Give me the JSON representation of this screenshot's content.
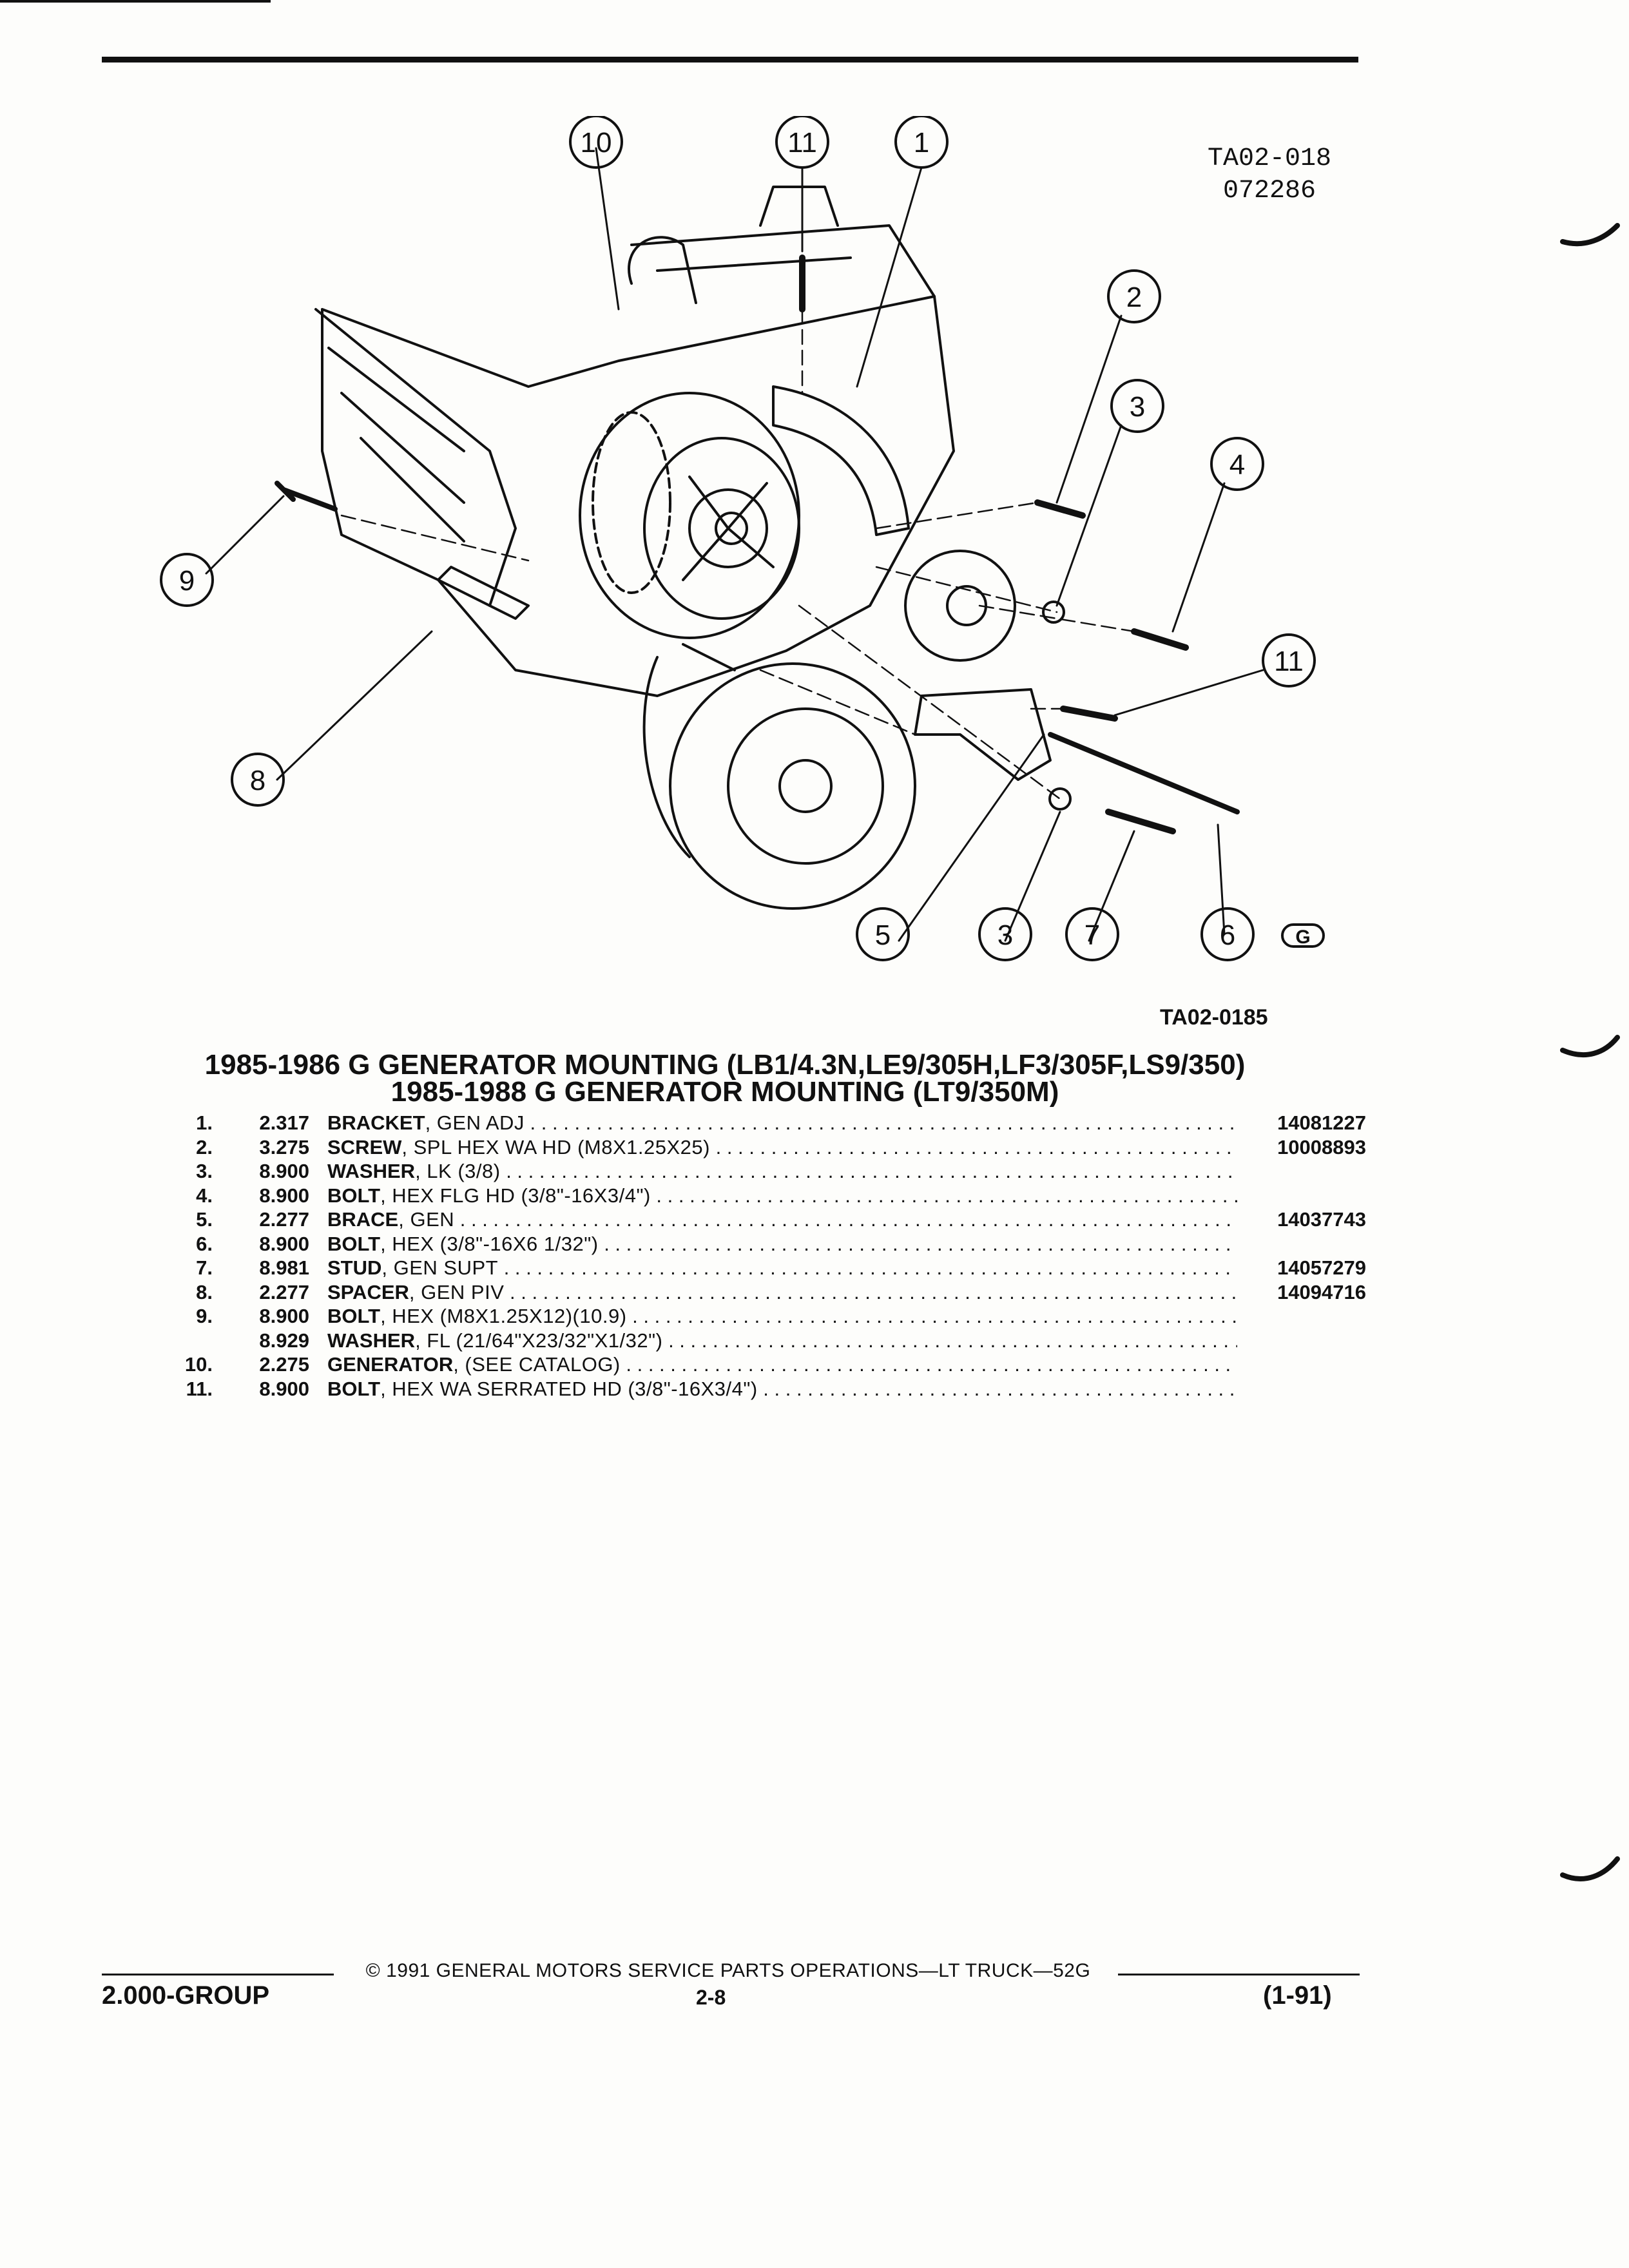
{
  "header": {
    "code_line1": "TA02-018",
    "code_line2": "072286"
  },
  "figure": {
    "code": "TA02-0185",
    "callouts": [
      "10",
      "11",
      "1",
      "2",
      "3",
      "4",
      "9",
      "11",
      "8",
      "5",
      "3",
      "7",
      "6"
    ],
    "logo_letter": "G"
  },
  "titles": {
    "line1": "1985-1986 G GENERATOR MOUNTING (LB1/4.3N,LE9/305H,LF3/305F,LS9/350)",
    "line2": "1985-1988 G GENERATOR MOUNTING (LT9/350M)"
  },
  "parts": [
    {
      "num": "1.",
      "group": "2.317",
      "name": "BRACKET",
      "spec": ", GEN ADJ",
      "pn": "14081227"
    },
    {
      "num": "2.",
      "group": "3.275",
      "name": "SCREW",
      "spec": ", SPL HEX WA HD (M8X1.25X25)",
      "pn": "10008893"
    },
    {
      "num": "3.",
      "group": "8.900",
      "name": "WASHER",
      "spec": ", LK (3/8)",
      "pn": ""
    },
    {
      "num": "4.",
      "group": "8.900",
      "name": "BOLT",
      "spec": ", HEX FLG HD (3/8\"-16X3/4\")",
      "pn": ""
    },
    {
      "num": "5.",
      "group": "2.277",
      "name": "BRACE",
      "spec": ", GEN",
      "pn": "14037743"
    },
    {
      "num": "6.",
      "group": "8.900",
      "name": "BOLT",
      "spec": ", HEX (3/8\"-16X6 1/32\")",
      "pn": ""
    },
    {
      "num": "7.",
      "group": "8.981",
      "name": "STUD",
      "spec": ", GEN SUPT",
      "pn": "14057279"
    },
    {
      "num": "8.",
      "group": "2.277",
      "name": "SPACER",
      "spec": ", GEN PIV",
      "pn": "14094716"
    },
    {
      "num": "9.",
      "group": "8.900",
      "name": "BOLT",
      "spec": ", HEX (M8X1.25X12)(10.9)",
      "pn": ""
    },
    {
      "num": "",
      "group": "8.929",
      "name": "WASHER",
      "spec": ", FL (21/64\"X23/32\"X1/32\")",
      "pn": ""
    },
    {
      "num": "10.",
      "group": "2.275",
      "name": "GENERATOR",
      "spec": ", (SEE CATALOG)",
      "pn": ""
    },
    {
      "num": "11.",
      "group": "8.900",
      "name": "BOLT",
      "spec": ", HEX WA SERRATED HD (3/8\"-16X3/4\")",
      "pn": ""
    }
  ],
  "footer": {
    "copyright": "© 1991 GENERAL MOTORS SERVICE PARTS OPERATIONS—LT TRUCK—52G",
    "group": "2.000-GROUP",
    "page": "2-8",
    "date": "(1-91)"
  }
}
